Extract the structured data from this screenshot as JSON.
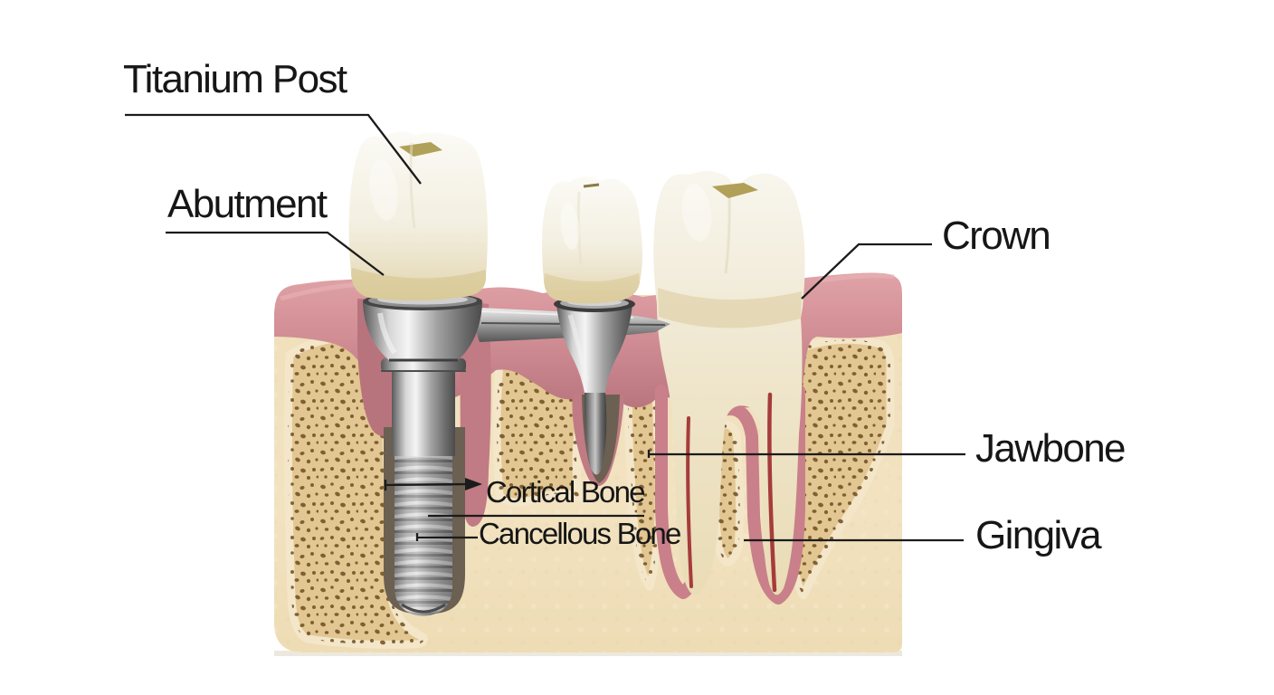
{
  "labels": {
    "titanium_post": "Titanium Post",
    "abutment": "Abutment",
    "crown": "Crown",
    "jawbone": "Jawbone",
    "gingiva": "Gingiva",
    "cortical_bone": "Cortical Bone",
    "cancellous_bone": "Cancellous Bone"
  },
  "colors": {
    "background": "#ffffff",
    "label_text": "#161616",
    "leader_line": "#1b1b1b",
    "gum_pink": "#cf8b92",
    "gum_highlight": "#e0a3a7",
    "gum_shadow": "#b06d77",
    "bone_cream": "#f0e0bd",
    "cortical_speckle_base": "#e2c793",
    "speckle_dot": "#6e4c20",
    "socket_lining": "#6b6051",
    "tooth_enamel": "#f8f6ee",
    "tooth_neck": "#d7c392",
    "gold_inlay": "#b1a057",
    "implant_metal_light": "#f5f5f5",
    "implant_metal_dark": "#4b4b4b",
    "root_canal_red": "#a53c3c"
  }
}
